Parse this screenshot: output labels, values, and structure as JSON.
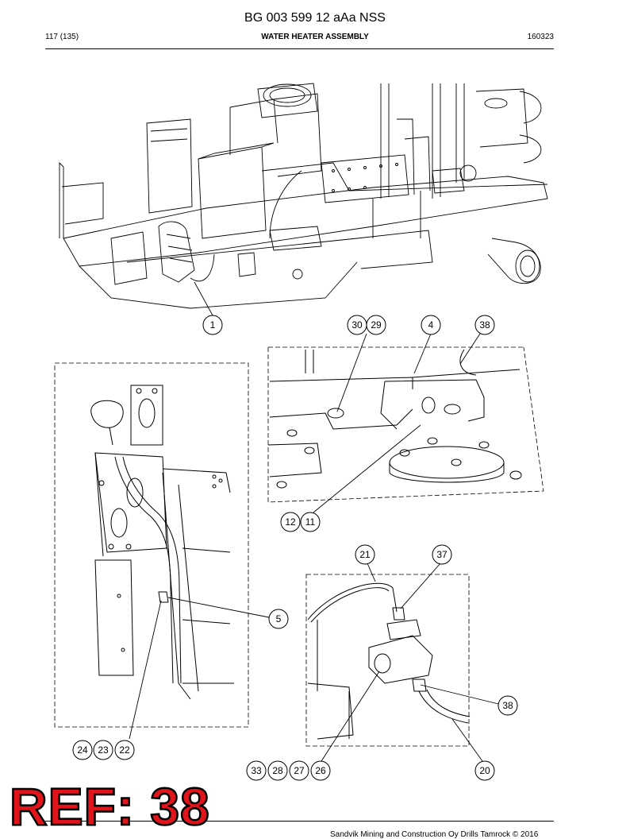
{
  "header": {
    "doc_id": "BG 003 599 12 aAa NSS",
    "page": "117 (135)",
    "section": "WATER HEATER ASSEMBLY",
    "date": "160323"
  },
  "callouts": {
    "c1": "1",
    "c30": "30",
    "c29": "29",
    "c4": "4",
    "c38a": "38",
    "c12": "12",
    "c11": "11",
    "c21": "21",
    "c37": "37",
    "c5": "5",
    "c38b": "38",
    "c24": "24",
    "c23": "23",
    "c22": "22",
    "c33": "33",
    "c28": "28",
    "c27": "27",
    "c26": "26",
    "c20": "20"
  },
  "stamp": {
    "ref": "REF: 38"
  },
  "footer": {
    "copyright": "Sandvik Mining and Construction Oy Drills Tamrock © 2016"
  }
}
